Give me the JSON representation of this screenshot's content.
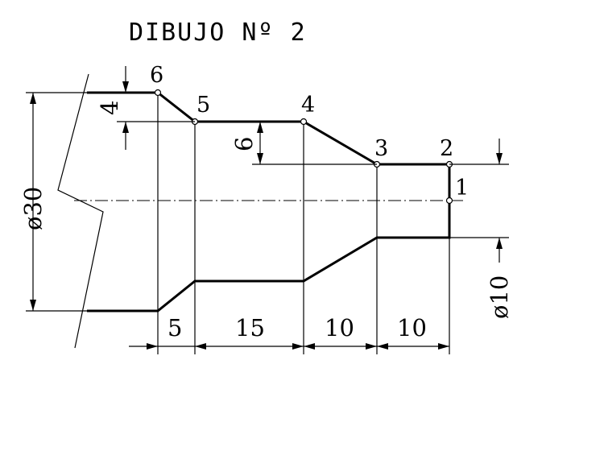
{
  "title": "DIBUJO Nº 2",
  "points": {
    "p1": "1",
    "p2": "2",
    "p3": "3",
    "p4": "4",
    "p5": "5",
    "p6": "6"
  },
  "dimensions": {
    "diameter_large": "ø30",
    "diameter_small": "ø10",
    "step_height_4": "4",
    "step_height_6": "6",
    "length_a": "5",
    "length_b": "15",
    "length_c": "10",
    "length_d": "10"
  }
}
